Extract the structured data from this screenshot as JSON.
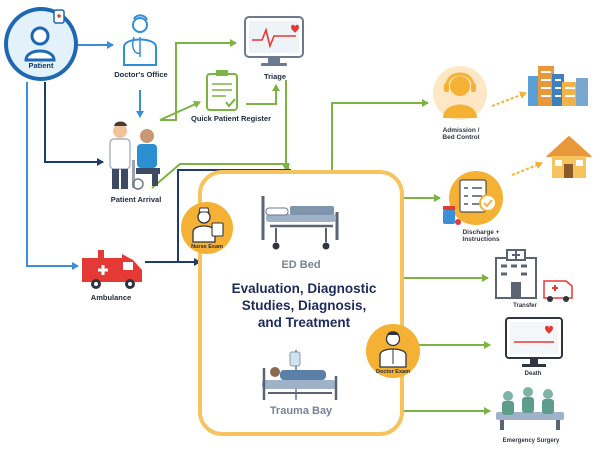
{
  "colors": {
    "green": "#7cb342",
    "blue": "#3a8fd6",
    "navy": "#1f3a6d",
    "orange": "#f5b133",
    "box_border": "#f7c35f",
    "red": "#e53935"
  },
  "nodes": {
    "patient": "Patient",
    "doctors_office": "Doctor's Office",
    "quick_register": "Quick Patient Register",
    "triage": "Triage",
    "patient_arrival": "Patient Arrival",
    "ambulance": "Ambulance",
    "nurse_exam": "Nurse Exam",
    "doctor_exam": "Doctor Exam",
    "ed_bed": "ED Bed",
    "trauma_bay": "Trauma Bay",
    "center_line1": "Evaluation, Diagnostic",
    "center_line2": "Studies, Diagnosis,",
    "center_line3": "and Treatment",
    "admission_line1": "Admission /",
    "admission_line2": "Bed Control",
    "discharge_line1": "Discharge +",
    "discharge_line2": "Instructions",
    "transfer": "Transfer",
    "death": "Death",
    "emergency_surgery": "Emergency Surgery"
  },
  "icons": [
    "person-icon",
    "doctor-icon",
    "clipboard-icon",
    "monitor-icon",
    "ambulance-icon",
    "hospital-bed-icon",
    "trauma-bed-icon",
    "headset-agent-icon",
    "city-buildings-icon",
    "house-icon",
    "checklist-icon",
    "hospital-icon",
    "heart-monitor-icon",
    "surgery-team-icon"
  ]
}
